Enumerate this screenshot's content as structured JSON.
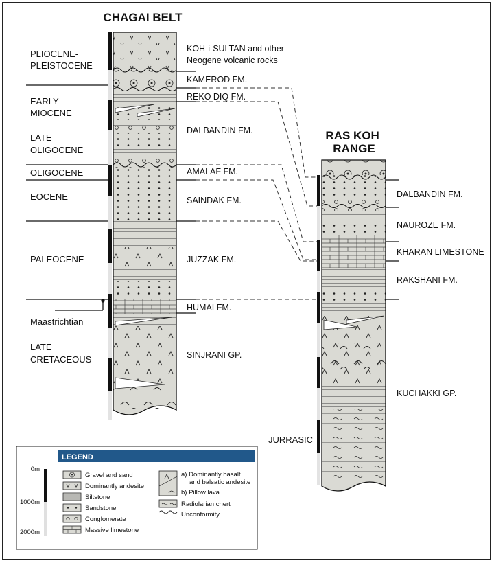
{
  "chagai": {
    "title": "CHAGAI BELT",
    "ages": [
      {
        "lines": [
          "PLIOCENE-",
          "PLEISTOCENE"
        ]
      },
      {
        "lines": [
          "EARLY",
          "MIOCENE",
          "–",
          "LATE",
          "OLIGOCENE"
        ]
      },
      {
        "lines": [
          "OLIGOCENE"
        ]
      },
      {
        "lines": [
          "EOCENE"
        ]
      },
      {
        "lines": [
          "PALEOCENE"
        ]
      },
      {
        "lines": [
          "Maastrichtian"
        ]
      },
      {
        "lines": [
          "LATE",
          "CRETACEOUS"
        ]
      }
    ],
    "formations": [
      {
        "lines": [
          "KOH-i-SULTAN and other",
          "Neogene volcanic rocks"
        ]
      },
      {
        "lines": [
          "KAMEROD FM."
        ]
      },
      {
        "lines": [
          "REKO DIQ FM."
        ]
      },
      {
        "lines": [
          "DALBANDIN FM."
        ]
      },
      {
        "lines": [
          "AMALAF FM."
        ]
      },
      {
        "lines": [
          "SAINDAK FM."
        ]
      },
      {
        "lines": [
          "JUZZAK FM."
        ]
      },
      {
        "lines": [
          "HUMAI FM."
        ]
      },
      {
        "lines": [
          "SINJRANI GP."
        ]
      }
    ]
  },
  "raskoh": {
    "title_lines": [
      "RAS KOH",
      "RANGE"
    ],
    "formations": [
      {
        "lines": [
          "DALBANDIN FM."
        ]
      },
      {
        "lines": [
          "NAUROZE FM."
        ]
      },
      {
        "lines": [
          "KHARAN LIMESTONE"
        ]
      },
      {
        "lines": [
          "RAKSHANI FM."
        ]
      },
      {
        "lines": [
          "KUCHAKKI GP."
        ]
      }
    ],
    "ages": [
      {
        "lines": [
          "JURRASIC"
        ]
      }
    ]
  },
  "legend": {
    "title": "LEGEND",
    "scale_labels": [
      "0m",
      "1000m",
      "2000m"
    ],
    "items_left": [
      "Gravel and sand",
      "Dominantly andesite",
      "Siltstone",
      "Sandstone",
      "Conglomerate",
      "Massive limestone"
    ],
    "items_right": [
      {
        "lines": [
          "a)  Dominantly basalt",
          "and balsatic andesite"
        ]
      },
      {
        "lines": [
          "b)  Pillow lava"
        ]
      },
      {
        "lines": [
          "Radiolarian chert"
        ]
      },
      {
        "lines": [
          "Unconformity"
        ]
      }
    ]
  },
  "colors": {
    "column_fill": "#dadad4",
    "legend_header": "#21588a",
    "line": "#111111"
  }
}
